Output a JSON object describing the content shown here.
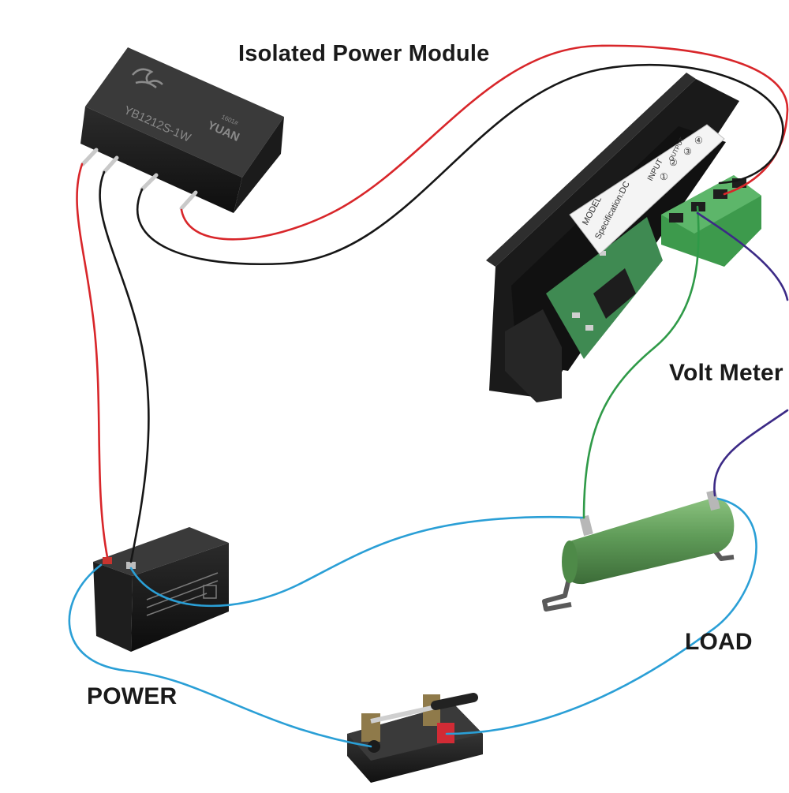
{
  "labels": {
    "isolated_power_module": "Isolated Power Module",
    "volt_meter": "Volt Meter",
    "load": "LOAD",
    "power": "POWER"
  },
  "module_print": {
    "brand": "YUAN",
    "brand_small": "1601#",
    "part_number": "YB1212S-1W"
  },
  "meter_label": {
    "model": "MODEL",
    "specification": "Specification:DC",
    "input": "INPUT",
    "output": "OUTPUT",
    "terminals": [
      "①",
      "②",
      "③",
      "④"
    ]
  },
  "colors": {
    "wire_red": "#d8262a",
    "wire_black": "#161616",
    "wire_blue": "#2a9fd6",
    "wire_green": "#2f9a48",
    "wire_purple": "#3c2a86",
    "resistor_green": "#5f9b58",
    "terminal_green": "#3d9a4c",
    "pcb_green": "#3f8a52"
  }
}
